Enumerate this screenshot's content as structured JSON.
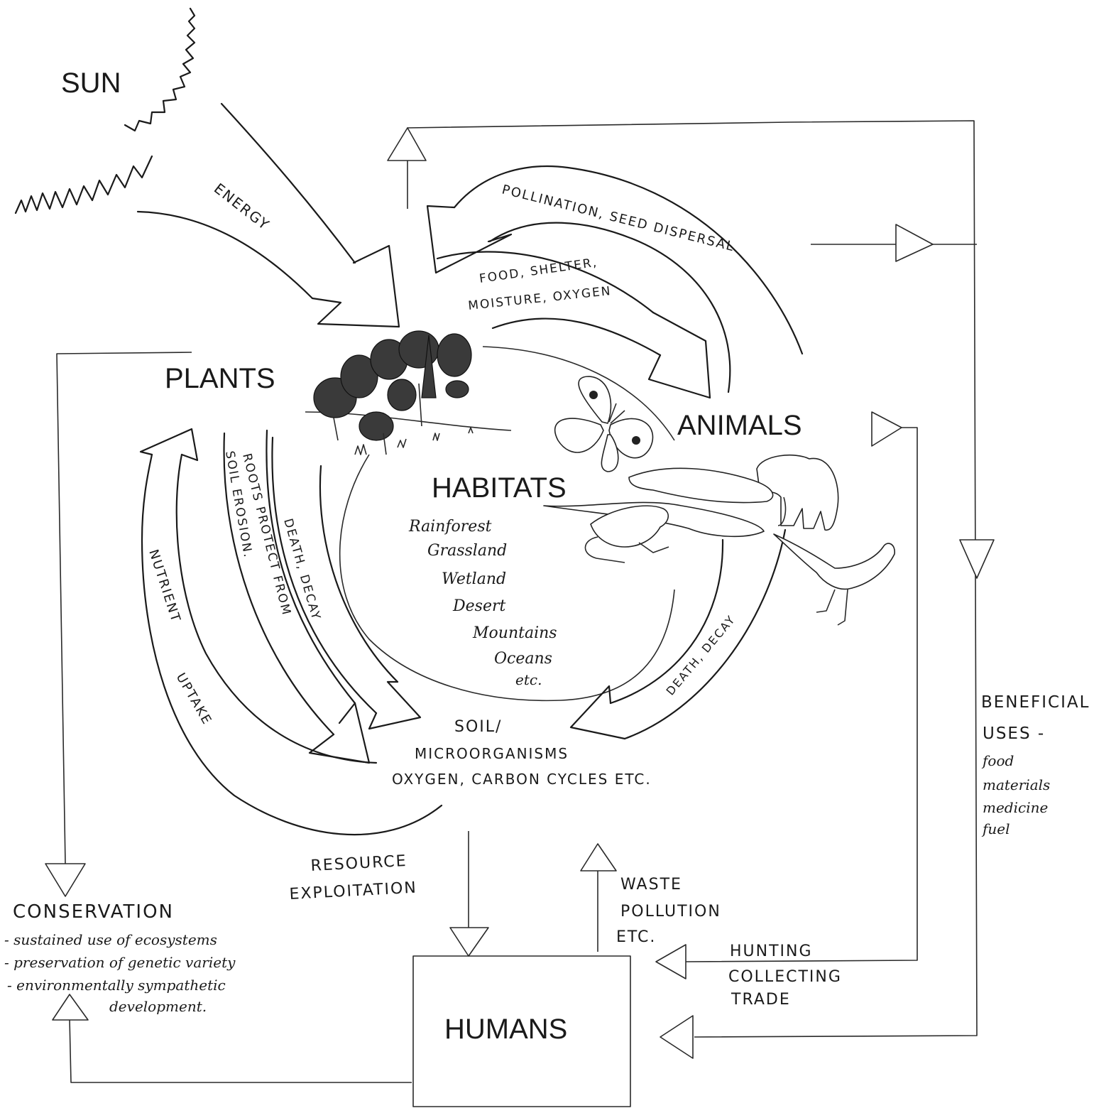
{
  "labels": {
    "sun": "SUN",
    "energy": "ENERGY",
    "plants": "PLANTS",
    "animals": "ANIMALS",
    "habitats": "HABITATS",
    "pollination": "POLLINATION, SEED DISPERSAL",
    "food_line1": "FOOD, SHELTER,",
    "food_line2": "MOISTURE, OXYGEN",
    "roots_line1": "ROOTS PROTECT FROM",
    "roots_line2": "SOIL EROSION.",
    "death_decay_left": "DEATH, DECAY",
    "death_decay_right": "DEATH, DECAY",
    "nutrient": "NUTRIENT",
    "uptake": "UPTAKE",
    "soil_line1": "SOIL/",
    "soil_line2": "MICROORGANISMS",
    "soil_line3": "OXYGEN, CARBON CYCLES ETC.",
    "resource_line1": "RESOURCE",
    "resource_line2": "EXPLOITATION",
    "waste_line1": "WASTE",
    "waste_line2": "POLLUTION",
    "waste_line3": "ETC.",
    "hunting_line1": "HUNTING",
    "hunting_line2": "COLLECTING",
    "hunting_line3": "TRADE",
    "beneficial_line1": "BENEFICIAL",
    "beneficial_line2": "USES -",
    "humans": "HUMANS",
    "conservation": "CONSERVATION"
  },
  "habitat_list": [
    "Rainforest",
    "Grassland",
    "Wetland",
    "Desert",
    "Mountains",
    "Oceans",
    "etc."
  ],
  "beneficial_items": [
    "food",
    "materials",
    "medicine",
    "fuel"
  ],
  "conservation_items": [
    "- sustained use of ecosystems",
    "- preservation of genetic variety",
    "- environmentally sympathetic",
    "development."
  ]
}
